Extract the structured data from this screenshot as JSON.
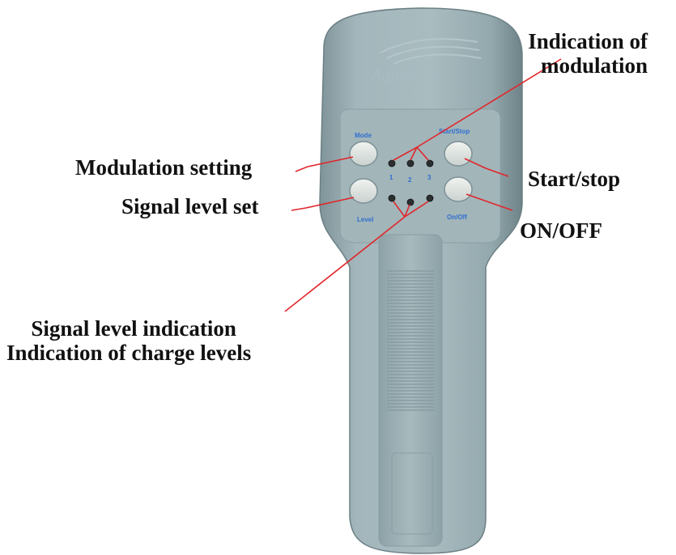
{
  "device": {
    "logo": "Aquatone",
    "button_captions": {
      "mode": "Mode",
      "start_stop": "Start/Stop",
      "level": "Level",
      "on_off": "On/Off"
    },
    "led_numbers": [
      "1",
      "2",
      "3"
    ]
  },
  "callouts": {
    "indication_of_modulation": [
      "Indication of",
      "modulation"
    ],
    "modulation_setting": "Modulation setting",
    "signal_level_set": "Signal level set",
    "start_stop": "Start/stop",
    "on_off": "ON/OFF",
    "signal_level_indication": [
      "Signal level indication",
      "Indication of charge levels"
    ]
  },
  "colors": {
    "body": "#9fb3b8",
    "body_shadow": "#7e9397",
    "button": "#dfe5e2",
    "leader_line": "#e0262b",
    "caption": "#2f6fd0"
  }
}
